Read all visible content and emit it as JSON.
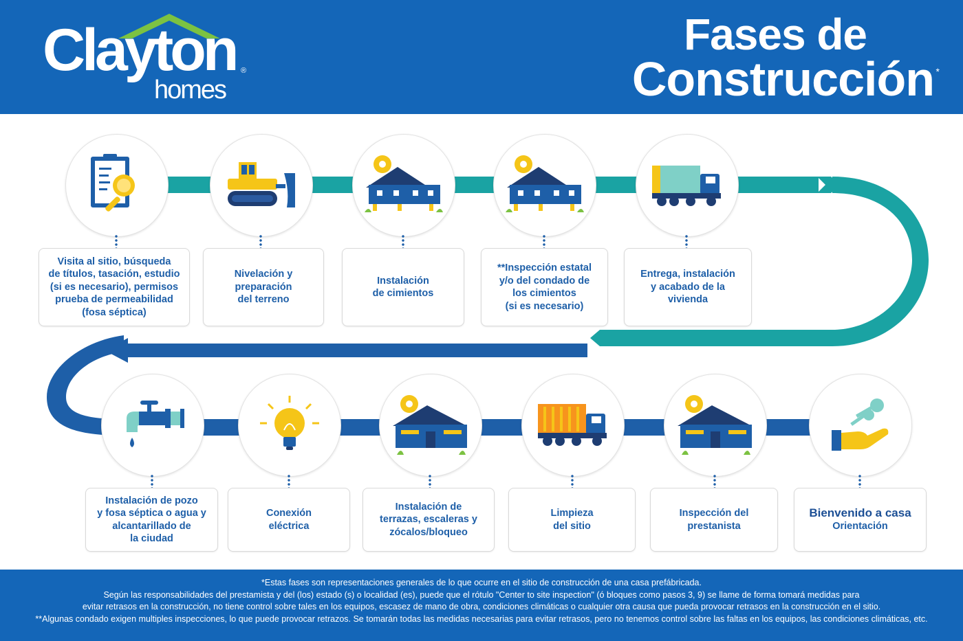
{
  "brand": {
    "name": "Clayton",
    "sub": "homes",
    "registered": "®"
  },
  "title": {
    "line1": "Fases de",
    "line2": "Construcción",
    "asterisk": "*"
  },
  "colors": {
    "header_blue": "#1466b8",
    "teal": "#1aa3a3",
    "blue": "#1e5fa8",
    "yellow": "#f5c518",
    "green": "#7cc242"
  },
  "steps": [
    {
      "icon": "clipboard-magnifier-icon",
      "lines": [
        "Visita al sitio, búsqueda",
        "de títulos, tasación, estudio",
        "(si es necesario), permisos",
        "prueba de permeabilidad",
        "(fosa séptica)"
      ]
    },
    {
      "icon": "bulldozer-icon",
      "lines": [
        "Nivelación y",
        "preparación",
        "del terreno"
      ]
    },
    {
      "icon": "house-foundation-icon",
      "lines": [
        "Instalación",
        "de cimientos"
      ]
    },
    {
      "icon": "house-inspection-icon",
      "lines": [
        "**Inspección estatal",
        "y/o del condado de",
        "los cimientos",
        "(si es necesario)"
      ]
    },
    {
      "icon": "delivery-truck-icon",
      "lines": [
        "Entrega, instalación",
        "y acabado de la",
        "vivienda"
      ]
    },
    {
      "icon": "water-faucet-icon",
      "lines": [
        "Instalación de pozo",
        "y fosa séptica o agua y",
        "alcantarillado de",
        "la ciudad"
      ]
    },
    {
      "icon": "light-bulb-icon",
      "lines": [
        "Conexión",
        "eléctrica"
      ]
    },
    {
      "icon": "house-porch-icon",
      "lines": [
        "Instalación de",
        "terrazas, escaleras y",
        "zócalos/bloqueo"
      ]
    },
    {
      "icon": "dump-truck-icon",
      "lines": [
        "Limpieza",
        "del sitio"
      ]
    },
    {
      "icon": "house-lender-icon",
      "lines": [
        "Inspección del",
        "prestanista"
      ]
    },
    {
      "icon": "hand-keys-icon",
      "title": "Bienvenido a casa",
      "lines": [
        "Orientación"
      ]
    }
  ],
  "footer": [
    "*Estas fases son representaciones generales de lo que ocurre en el sitio de construcción de una casa prefábricada.",
    "Según las responsabilidades del prestamista y del (los) estado (s) o localidad (es), puede que el rótulo \"Center to site inspection\" (ó bloques como pasos 3, 9) se llame de forma tomará medidas para",
    "evitar retrasos en la construcción, no tiene control sobre tales en los equipos, escasez de mano de obra, condiciones climáticas o cualquier otra causa que pueda provocar retrasos en la construcción en el sitio.",
    "**Algunas condado exigen multiples inspecciones, lo que puede provocar retrazos. Se tomarán todas las medidas necesarias para evitar retrasos, pero no tenemos control sobre las faltas en los equipos, las condiciones climáticas, etc."
  ]
}
